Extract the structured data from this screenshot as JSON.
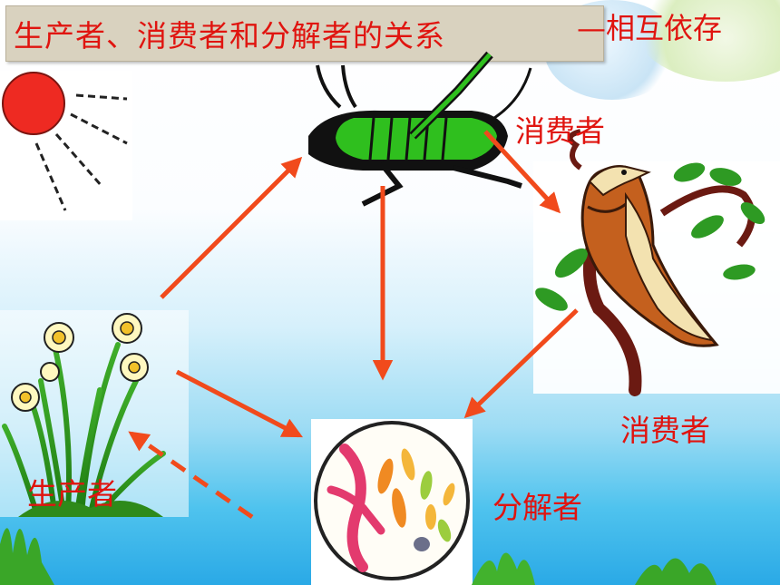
{
  "title": "生产者、消费者和分解者的关系",
  "subtitle": "—相互依存",
  "labels": {
    "insect_consumer": "消费者",
    "bird_consumer": "消费者",
    "producer": "生产者",
    "decomposer": "分解者"
  },
  "colors": {
    "text": "#e0140f",
    "arrow": "#f14a1c",
    "title_bg": "#d9d2bf"
  }
}
